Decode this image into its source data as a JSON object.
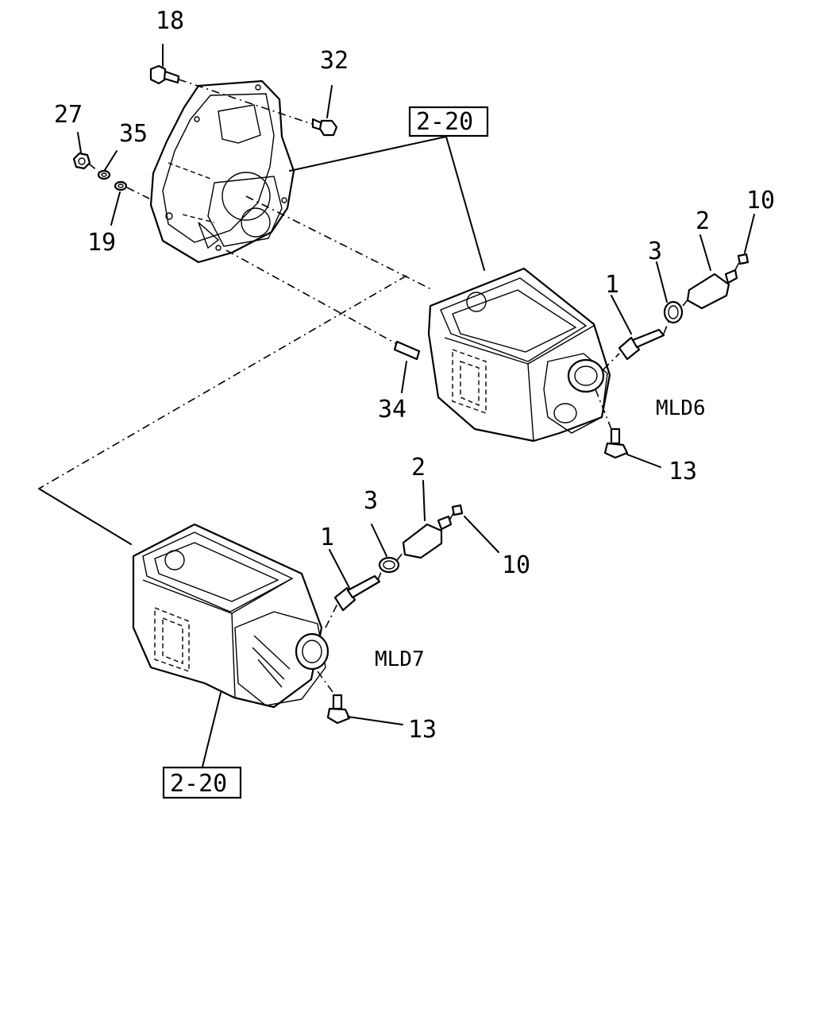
{
  "callouts": {
    "c18": "18",
    "c32": "32",
    "c27": "27",
    "c35": "35",
    "c19": "19",
    "c34": "34",
    "ref_top": "2-20",
    "ref_bottom": "2-20",
    "mld6": {
      "c1": "1",
      "c2": "2",
      "c3": "3",
      "c10": "10",
      "c13": "13"
    },
    "mld7": {
      "c1": "1",
      "c2": "2",
      "c3": "3",
      "c10": "10",
      "c13": "13"
    }
  },
  "models": {
    "upper": "MLD6",
    "lower": "MLD7"
  }
}
